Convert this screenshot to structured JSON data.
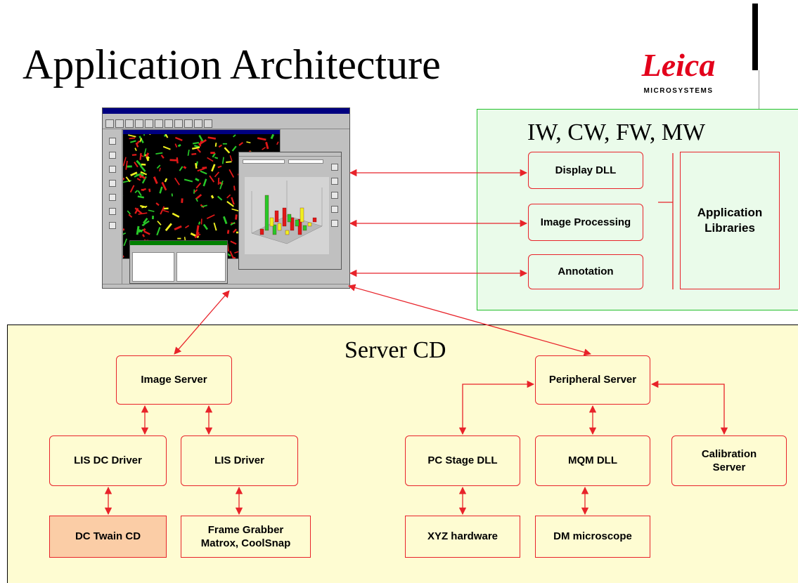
{
  "slide_title": "Application Architecture",
  "logo": {
    "word": "Leica",
    "sub": "MICROSYSTEMS",
    "color": "#e3001b"
  },
  "client_panel": {
    "title": "IW, CW, FW, MW",
    "color": "#eafbea",
    "modules": [
      {
        "label": "Display DLL"
      },
      {
        "label": "Image Processing"
      },
      {
        "label": "Annotation"
      }
    ],
    "libraries": "Application\nLibraries"
  },
  "server_panel": {
    "title": "Server CD",
    "color": "#fefcd2",
    "image_server": "Image Server",
    "lis_dc_driver": "LIS DC Driver",
    "lis_driver": "LIS Driver",
    "dc_twain": "DC Twain CD",
    "frame_grabber": "Frame Grabber\nMatrox, CoolSnap",
    "peripheral_server": "Peripheral Server",
    "pc_stage_dll": "PC Stage DLL",
    "mqm_dll": "MQM DLL",
    "calibration_server": "Calibration\nServer",
    "xyz_hardware": "XYZ hardware",
    "dm_microscope": "DM microscope"
  },
  "colors": {
    "arrow": "#e8232a",
    "box_border": "#e8232a",
    "highlight_box": "#fbcda6"
  }
}
